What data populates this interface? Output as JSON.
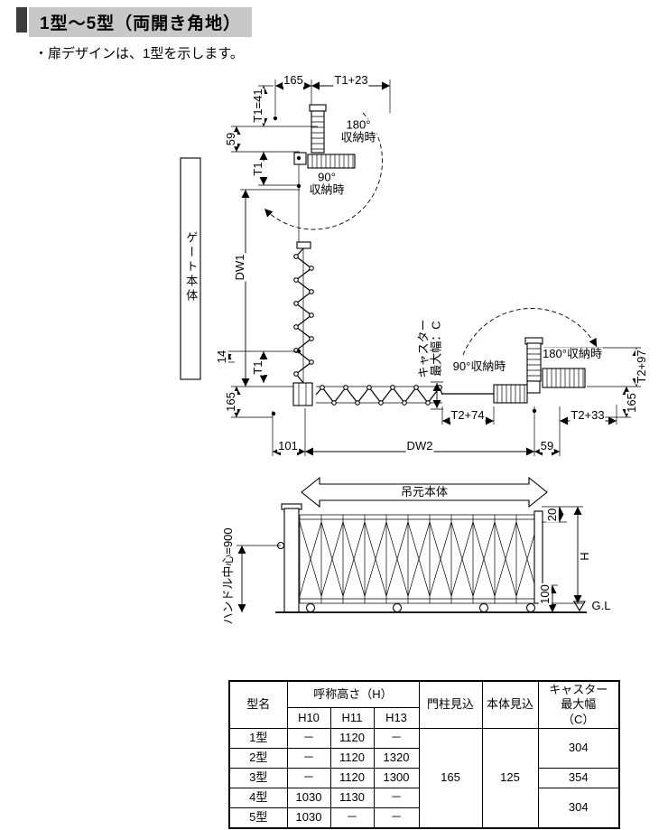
{
  "header": {
    "title": "1型～5型（両開き角地）"
  },
  "note": "・扉デザインは、1型を示します。",
  "plan": {
    "gate_body_label": "ゲート本体",
    "hanging_body_label": "吊元本体",
    "storage": {
      "top_180": "180°\n収納時",
      "top_90": "90°\n収納時",
      "right_90": "90°収納時",
      "right_180": "180°収納時"
    },
    "dims": {
      "d165_top": "165",
      "t1_23": "T1+23",
      "t1_41": "T1=41",
      "d59_top": "59",
      "t1_upper": "T1",
      "dw1": "DW1",
      "caster_c": "キャスター\n最大幅：C",
      "d14": "14",
      "t1_lower": "T1",
      "d165_left": "165",
      "t2_74": "T2+74",
      "t2_33": "T2+33",
      "d165_right": "165",
      "t2_97": "T2+97",
      "d101": "101",
      "dw2": "DW2",
      "d59_bottom": "59"
    }
  },
  "elevation": {
    "handle_center": "ハンドル中心=900",
    "d20": "20",
    "h": "H",
    "d100": "100",
    "gl": "G.L"
  },
  "table": {
    "col_model": "型名",
    "col_height": "呼称高さ（H）",
    "sub_h10": "H10",
    "sub_h11": "H11",
    "sub_h13": "H13",
    "col_pillar": "門柱見込",
    "col_body": "本体見込",
    "col_caster": "キャスター\n最大幅\n（C）",
    "pillar_value": "165",
    "body_value": "125",
    "caster_12": "304",
    "caster_3": "354",
    "caster_45": "304",
    "rows": [
      {
        "name": "1型",
        "h10": "－",
        "h11": "1120",
        "h13": "－"
      },
      {
        "name": "2型",
        "h10": "－",
        "h11": "1120",
        "h13": "1320"
      },
      {
        "name": "3型",
        "h10": "－",
        "h11": "1120",
        "h13": "1300"
      },
      {
        "name": "4型",
        "h10": "1030",
        "h11": "1130",
        "h13": "－"
      },
      {
        "name": "5型",
        "h10": "1030",
        "h11": "－",
        "h13": "－"
      }
    ]
  }
}
